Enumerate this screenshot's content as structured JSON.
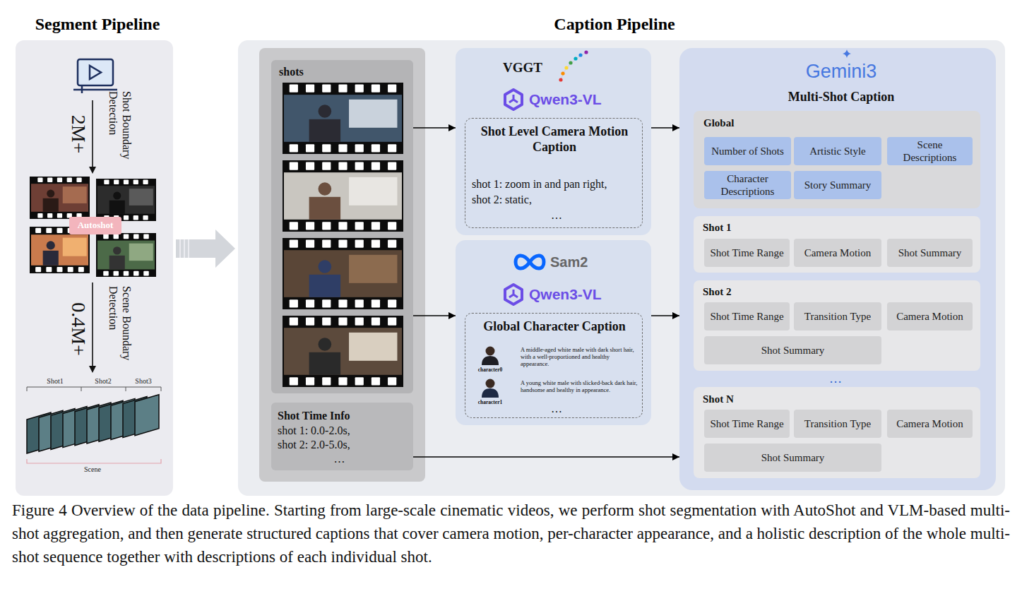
{
  "diagram": {
    "caption": "Figure 4 Overview of the data pipeline. Starting from large-scale cinematic videos, we perform shot segmentation with AutoShot and VLM-based multi-shot aggregation, and then generate structured captions that cover camera motion, per-character appearance, and a holistic description of the whole multi-shot sequence together with descriptions of each individual shot.",
    "nodes": [
      {
        "text": [
          "Segment Pipeline"
        ]
      },
      {
        "text": [
          "Autoshot"
        ],
        "in": 0
      },
      {
        "text": [
          "Caption Pipeline"
        ]
      },
      {
        "text": [
          "shots"
        ],
        "in": 2
      },
      {
        "text": [
          "Shot Time Info",
          "shot 1: 0.0-2.0s,",
          "shot 2: 2.0-5.0s,",
          "…"
        ],
        "in": 2
      },
      {
        "text": [
          "VGGT",
          "Qwen3-VL"
        ],
        "in": 2
      },
      {
        "text": [
          "Shot Level Camera Motion Caption",
          "shot 1: zoom in and pan right,",
          "shot 2: static,",
          "…"
        ],
        "in": 5
      },
      {
        "text": [
          "Sam2",
          "Qwen3-VL"
        ],
        "in": 2
      },
      {
        "text": [
          "Global Character Caption",
          "A middle-aged white male with dark short hair, with a well-proportioned and healthy appearance.",
          "character0",
          "A young white male with slicked-back dark hair, handsome and healthy in appearance.",
          "character1",
          "…"
        ],
        "in": 7
      },
      {
        "text": [
          "Gemini3",
          "Multi-Shot Caption"
        ],
        "in": 2
      },
      {
        "text": [
          "Global"
        ],
        "in": 9
      },
      {
        "text": [
          "Number of Shots"
        ],
        "in": 10
      },
      {
        "text": [
          "Artistic Style"
        ],
        "in": 10
      },
      {
        "text": [
          "Scene Descriptions"
        ],
        "in": 10
      },
      {
        "text": [
          "Character Descriptions"
        ],
        "in": 10
      },
      {
        "text": [
          "Story Summary"
        ],
        "in": 10
      },
      {
        "text": [
          "Shot 1"
        ],
        "in": 9
      },
      {
        "text": [
          "Shot Time Range"
        ],
        "in": 16
      },
      {
        "text": [
          "Camera Motion"
        ],
        "in": 16
      },
      {
        "text": [
          "Shot Summary"
        ],
        "in": 16
      },
      {
        "text": [
          "Shot 2"
        ],
        "in": 9
      },
      {
        "text": [
          "Shot Time Range"
        ],
        "in": 20
      },
      {
        "text": [
          "Transition Type"
        ],
        "in": 20
      },
      {
        "text": [
          "Camera Motion"
        ],
        "in": 20
      },
      {
        "text": [
          "Shot Summary"
        ],
        "in": 20
      },
      {
        "text": [
          "Shot N"
        ],
        "in": 9
      },
      {
        "text": [
          "Shot Time Range"
        ],
        "in": 25
      },
      {
        "text": [
          "Transition Type"
        ],
        "in": 25
      },
      {
        "text": [
          "Camera Motion"
        ],
        "in": 25
      },
      {
        "text": [
          "Shot Summary"
        ],
        "in": 25
      }
    ],
    "edges": [
      {
        "from": 0,
        "to": 2,
        "arrow": "to"
      },
      {
        "from": 3,
        "to": 5,
        "arrow": "to"
      },
      {
        "from": 3,
        "to": 7,
        "arrow": "to"
      },
      {
        "from": 4,
        "to": 9,
        "arrow": "to"
      },
      {
        "from": 5,
        "to": 9,
        "arrow": "to"
      },
      {
        "from": 7,
        "to": 9,
        "arrow": "to"
      }
    ],
    "labels": [
      "Shot Boundary Detection",
      "2M+",
      "Scene Boundary Detection",
      "0.4M+",
      "Shot1",
      "Shot2",
      "Shot3",
      "Scene",
      "…"
    ]
  }
}
